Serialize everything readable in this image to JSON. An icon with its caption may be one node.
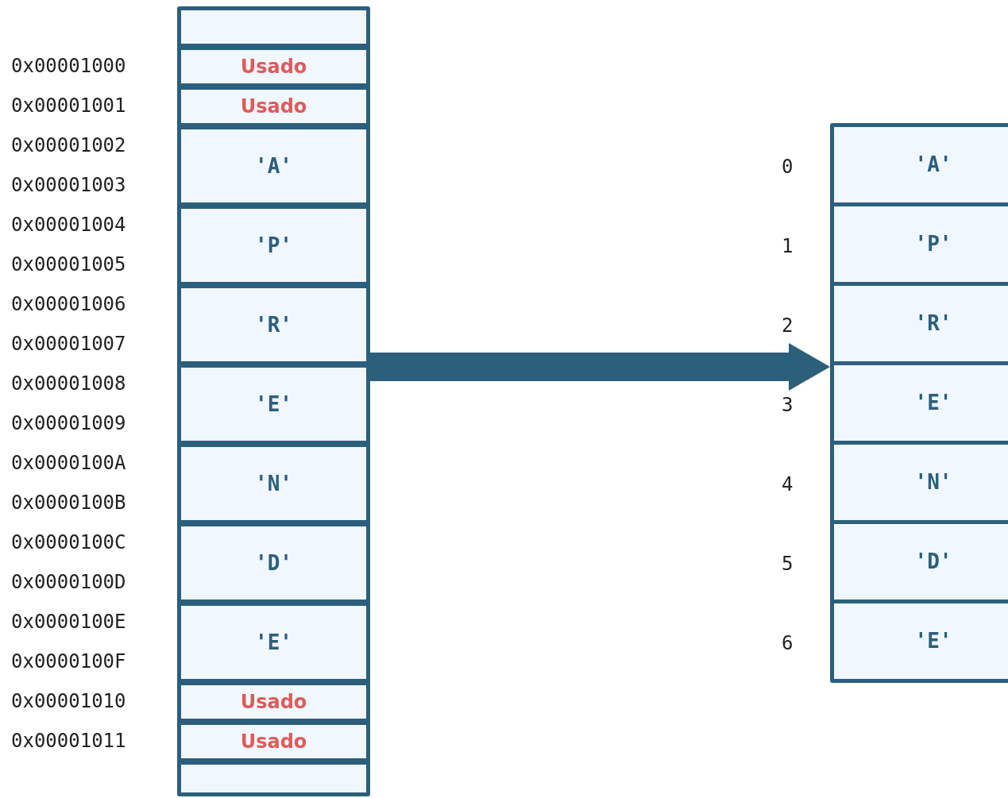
{
  "diagram": {
    "nodes": [
      {
        "text": [],
        "shape": "box"
      },
      {
        "text": [],
        "shape": "box",
        "in": 0
      },
      {
        "text": [
          "Usado"
        ],
        "in": 0
      },
      {
        "text": [
          "Usado"
        ],
        "in": 0
      },
      {
        "text": [
          "'A'"
        ],
        "in": 0
      },
      {
        "text": [
          "'P'"
        ],
        "in": 0
      },
      {
        "text": [
          "'R'"
        ],
        "in": 0
      },
      {
        "text": [
          "'E'"
        ],
        "in": 0
      },
      {
        "text": [
          "'N'"
        ],
        "in": 0
      },
      {
        "text": [
          "'D'"
        ],
        "in": 0
      },
      {
        "text": [
          "'E'"
        ],
        "in": 0
      },
      {
        "text": [
          "Usado"
        ],
        "in": 0
      },
      {
        "text": [
          "Usado"
        ],
        "in": 0
      },
      {
        "text": [],
        "shape": "box",
        "in": 0
      },
      {
        "text": [],
        "shape": "box"
      },
      {
        "text": [
          "'A'"
        ],
        "in": 14
      },
      {
        "text": [
          "'P'"
        ],
        "in": 14
      },
      {
        "text": [
          "'R'"
        ],
        "in": 14
      },
      {
        "text": [
          "'E'"
        ],
        "in": 14
      },
      {
        "text": [
          "'N'"
        ],
        "in": 14
      },
      {
        "text": [
          "'D'"
        ],
        "in": 14
      },
      {
        "text": [
          "'E'"
        ],
        "in": 14
      }
    ],
    "edges": [
      {
        "from": 0,
        "to": 14,
        "arrow": "to",
        "style": "thick"
      }
    ],
    "labels": [
      "0x00001000",
      "0x00001001",
      "0x00001002",
      "0x00001003",
      "0x00001004",
      "0x00001005",
      "0x00001006",
      "0x00001007",
      "0x00001008",
      "0x00001009",
      "0x0000100A",
      "0x0000100B",
      "0x0000100C",
      "0x0000100D",
      "0x0000100E",
      "0x0000100F",
      "0x00001010",
      "0x00001011",
      "0",
      "1",
      "2",
      "3",
      "4",
      "5",
      "6"
    ]
  }
}
